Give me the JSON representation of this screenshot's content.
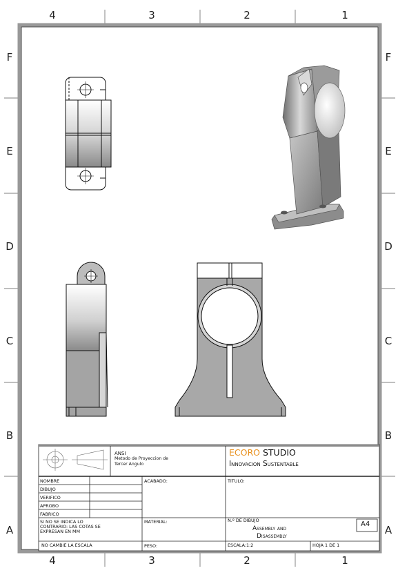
{
  "zones": {
    "columns_top": [
      "4",
      "3",
      "2",
      "1"
    ],
    "columns_bottom": [
      "4",
      "3",
      "2",
      "1"
    ],
    "rows_left": [
      "F",
      "E",
      "D",
      "C",
      "B",
      "A"
    ],
    "rows_right": [
      "F",
      "E",
      "D",
      "C",
      "B",
      "A"
    ]
  },
  "title_block": {
    "projection_line1": "ANSI",
    "projection_line2": "Metodo de Proyeccion de",
    "projection_line3": "Tercer Angulo",
    "brand_accent": "ECORO",
    "brand_rest": "STUDIO",
    "tagline": "Innovacion Sustentable",
    "roles": [
      "NOMBRE",
      "DIBUJO",
      "VERIFICO",
      "APROBO",
      "FABRICO"
    ],
    "acabado_label": "ACABADO:",
    "titulo_label": "TITULO:",
    "note_line1": "SI NO SE INDICA LO",
    "note_line2": "CONTRARIO: LAS COTAS SE",
    "note_line3": "EXPRESAN EN MM",
    "material_label": "MATERIAL:",
    "drawing_no_label": "N.º DE DIBUJO",
    "drawing_title_line1": "Assembly and",
    "drawing_title_line2": "Disassembly",
    "sheet_size": "A4",
    "scale_note": "NO CAMBIE LA ESCALA",
    "peso_label": "PESO:",
    "escala_label": "ESCALA:1:2",
    "hoja_label": "HOJA 1 DE 1"
  },
  "colors": {
    "brand_accent": "#e8901e",
    "line": "#111111",
    "shade": "#9a9a9a"
  }
}
